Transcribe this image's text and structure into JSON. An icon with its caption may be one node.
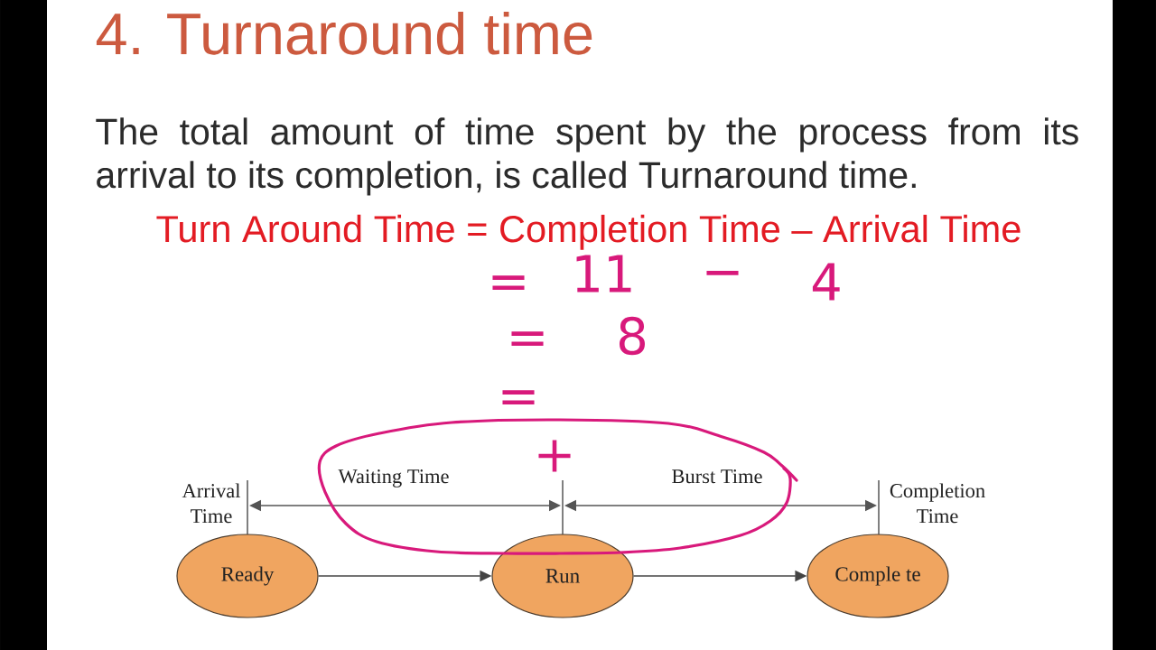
{
  "diagram": {
    "title": "4. Turnaround time",
    "nodes": [
      {
        "text": [
          "Ready"
        ],
        "beside": [
          "Arrival Time"
        ]
      },
      {
        "text": [
          "Run"
        ]
      },
      {
        "text": [
          "Comple te"
        ],
        "beside": [
          "Completion Time"
        ]
      }
    ],
    "edges": [
      {
        "from": 0,
        "to": 1,
        "arrow": "to"
      },
      {
        "from": 1,
        "to": 2,
        "arrow": "to"
      }
    ],
    "labels": [
      "The total amount of time spent by the process from its arrival to its completion, is called Turnaround time.",
      "Turn Around Time = Completion Time – Arrival Time",
      "=",
      "11",
      "−",
      "4",
      "=",
      "8",
      "=",
      "+",
      "Waiting Time",
      "Burst Time"
    ]
  }
}
